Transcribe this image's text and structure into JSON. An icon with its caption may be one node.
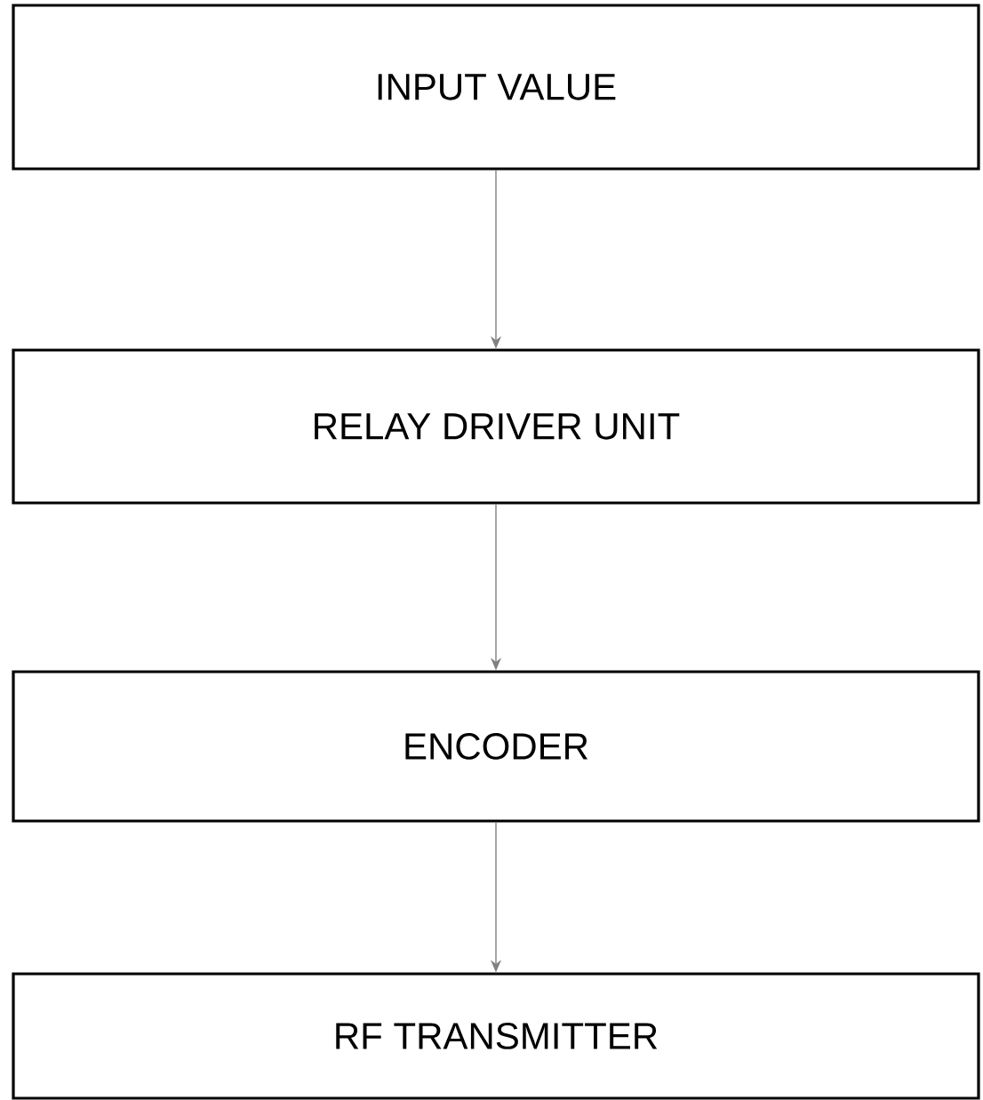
{
  "diagram": {
    "nodes": [
      {
        "text": [
          "INPUT VALUE"
        ]
      },
      {
        "text": [
          "RELAY DRIVER UNIT"
        ]
      },
      {
        "text": [
          "ENCODER"
        ]
      },
      {
        "text": [
          "RF TRANSMITTER"
        ]
      }
    ],
    "edges": [
      {
        "from": 0,
        "to": 1,
        "arrow": "to"
      },
      {
        "from": 1,
        "to": 2,
        "arrow": "to"
      },
      {
        "from": 2,
        "to": 3,
        "arrow": "to"
      }
    ]
  }
}
